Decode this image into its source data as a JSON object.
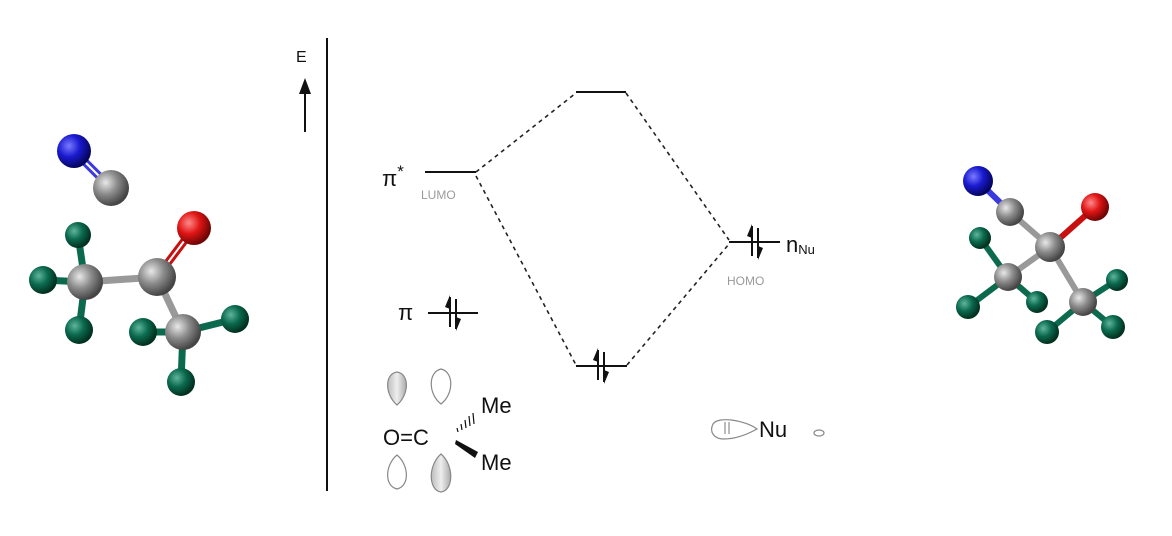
{
  "diagram": {
    "energy_axis_label": "E",
    "levels": {
      "pi_star_label": "π",
      "pi_star_sup": "*",
      "lumo_label": "LUMO",
      "pi_label": "π",
      "n_label": "n",
      "n_subscript": "Nu",
      "homo_label": "HOMO"
    },
    "carbonyl": {
      "formula": "O=C",
      "substituent_top": "Me",
      "substituent_bottom": "Me"
    },
    "nucleophile": {
      "label": "Nu"
    }
  },
  "colors": {
    "nitrogen": "#1a1ad0",
    "carbon": "#8c8c8c",
    "oxygen": "#e01515",
    "hydrogen": "#0b6a4e"
  }
}
